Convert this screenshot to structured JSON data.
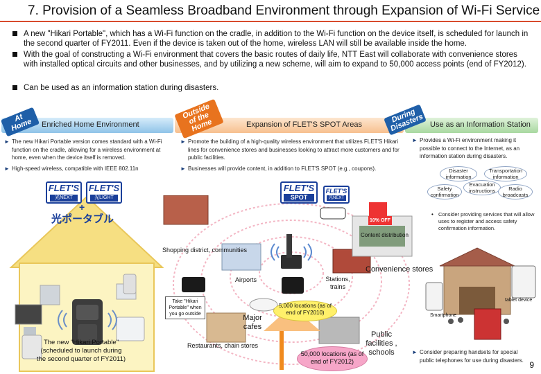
{
  "title": "7.  Provision of a Seamless Broadband Environment through Expansion of Wi-Fi Service",
  "bullets": [
    "A new \"Hikari Portable\", which has a Wi-Fi function on the cradle, in addition to the Wi-Fi function on the device itself, is scheduled for launch in the second quarter of FY2011. Even if the device is taken out of the home, wireless LAN will still be available inside the home.",
    "With the goal of constructing a Wi-Fi environment that covers the basic routes of daily life, NTT East will collaborate with convenience stores with installed optical circuits and other businesses, and by utilizing a new scheme, will aim to expand to 50,000 access points (end of FY2012).",
    "Can be used as an information station during disasters."
  ],
  "sections": {
    "home": {
      "tag": "At Home",
      "band": "Enriched Home Environment",
      "points": [
        "The new Hikari Portable version comes standard with a Wi-Fi function on the cradle, allowing for a wireless environment at home, even when the device itself is removed.",
        "High-speed wireless, compatible with IEEE 802.11n"
      ]
    },
    "outside": {
      "tag": "Outside of the Home",
      "band": "Expansion of FLET'S SPOT Areas",
      "points": [
        "Promote the building of a high-quality wireless environment that utilizes FLET'S Hikari lines for convenience stores and businesses looking to attract more customers and for public facilities.",
        "Businesses will provide content, in addition to FLET'S SPOT (e.g., coupons)."
      ]
    },
    "disaster": {
      "tag": "During Disasters",
      "band": "Use as an Information Station",
      "points": [
        "Provides a Wi-Fi environment making it possible to connect to the Internet, as an information station during disasters."
      ],
      "info_items": [
        "Disaster information",
        "Transportation information",
        "Evacuation instructions",
        "Safety confirmation",
        "Radio broadcasts"
      ],
      "note": "Consider providing services that will allow uses to register and access safety confirmation information.",
      "bottom_point": "Consider preparing handsets for special public telephones for use during disasters."
    }
  },
  "brands": {
    "flets_next": "FLET'S",
    "flets_next_sub": "光NEXT",
    "flets_light": "FLET'S",
    "flets_light_sub": "光LIGHT",
    "portable": "光ポータブル",
    "flets_spot": "FLET'S",
    "flets_spot_sub": "SPOT"
  },
  "diagram": {
    "content_distribution": "Content distribution",
    "coupon": "10% OFF",
    "shopping": "Shopping district, communities",
    "airports": "Airports",
    "stations": "Stations, trains",
    "convenience": "Convenience stores",
    "take_out": "Take \"Hikari Portable\" when you go outside",
    "cafes": "Major cafes",
    "count_2010": "5,000 locations (as of end of FY2010)",
    "count_2012": "50,000 locations (as of end of FY2012)",
    "restaurants": "Restaurants, chain stores",
    "public": "Public facilities , schools",
    "smartphone": "Smartphone",
    "tablet": "tablet device",
    "home_caption": "The new \"Hikari Portable\" (scheduled to launch during the second quarter of FY2011)"
  },
  "page_number": "9",
  "colors": {
    "title_rule": "#d84a2c",
    "band_home": "#8fc3e8",
    "band_outside": "#f7c08f",
    "band_disaster": "#a8d8a0",
    "tag_blue": "#1f5fa8",
    "tag_orange": "#e8731e",
    "count_2010_fill": "#fff06a",
    "count_2012_fill": "#f6a6c8",
    "flets_blue": "#1a3f9a"
  }
}
